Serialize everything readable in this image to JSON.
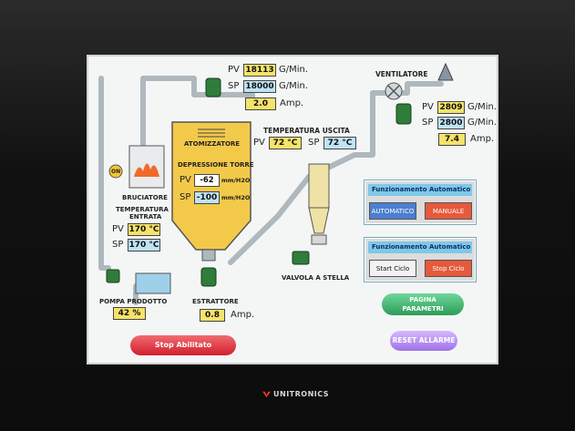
{
  "brand": {
    "name": "UNITRONICS"
  },
  "fan": {
    "label": "VENTILATORE",
    "pv_tag": "PV",
    "pv_value": "2809",
    "pv_unit": "G/Min.",
    "sp_tag": "SP",
    "sp_value": "2800",
    "sp_unit": "G/Min.",
    "amp_value": "7.4",
    "amp_unit": "Amp."
  },
  "atomizer": {
    "label": "ATOMIZZATORE",
    "pv_tag": "PV",
    "pv_value": "18113",
    "pv_unit": "G/Min.",
    "sp_tag": "SP",
    "sp_value": "18000",
    "sp_unit": "G/Min.",
    "amp_value": "2.0",
    "amp_unit": "Amp."
  },
  "tower": {
    "label": "DEPRESSIONE TORRE",
    "pv_tag": "PV",
    "pv_value": "-62",
    "pv_unit": "mm/H2O",
    "sp_tag": "SP",
    "sp_value": "-100",
    "sp_unit": "mm/H2O"
  },
  "outlet_temp": {
    "label": "TEMPERATURA USCITA",
    "pv_tag": "PV",
    "pv_value": "72 °C",
    "sp_tag": "SP",
    "sp_value": "72 °C"
  },
  "burner": {
    "label": "BRUCIATORE",
    "state": "ON",
    "temp_label_1": "TEMPERATURA",
    "temp_label_2": "ENTRATA",
    "pv_tag": "PV",
    "pv_value": "170 °C",
    "sp_tag": "SP",
    "sp_value": "170 °C"
  },
  "pump": {
    "label": "POMPA PRODOTTO",
    "value": "42 %"
  },
  "extractor": {
    "label": "ESTRATTORE",
    "amp_value": "0.8",
    "amp_unit": "Amp."
  },
  "rotary_valve": {
    "label": "VALVOLA A STELLA"
  },
  "auto_panel_1": {
    "title": "Funzionamento Automatico",
    "btn_auto": "AUTOMATICO",
    "btn_manual": "MANUALE"
  },
  "auto_panel_2": {
    "title": "Funzionamento Automatico",
    "btn_start": "Start Ciclo",
    "btn_stop": "Stop Ciclo"
  },
  "buttons": {
    "stop_enabled": "Stop Abilitato",
    "page_params_1": "PAGINA",
    "page_params_2": "PARAMETRI",
    "reset_alarms": "RESET ALLARME"
  },
  "colors": {
    "tank": "#f3c94a",
    "pipe": "#b7c0c6",
    "motor": "#2f7d3a",
    "value_yellow": "#f6e36a",
    "value_blue": "#bfe3f4",
    "stop_red": "#e9343f",
    "green_btn": "#3fb56b",
    "purple_btn": "#b58ef0"
  }
}
